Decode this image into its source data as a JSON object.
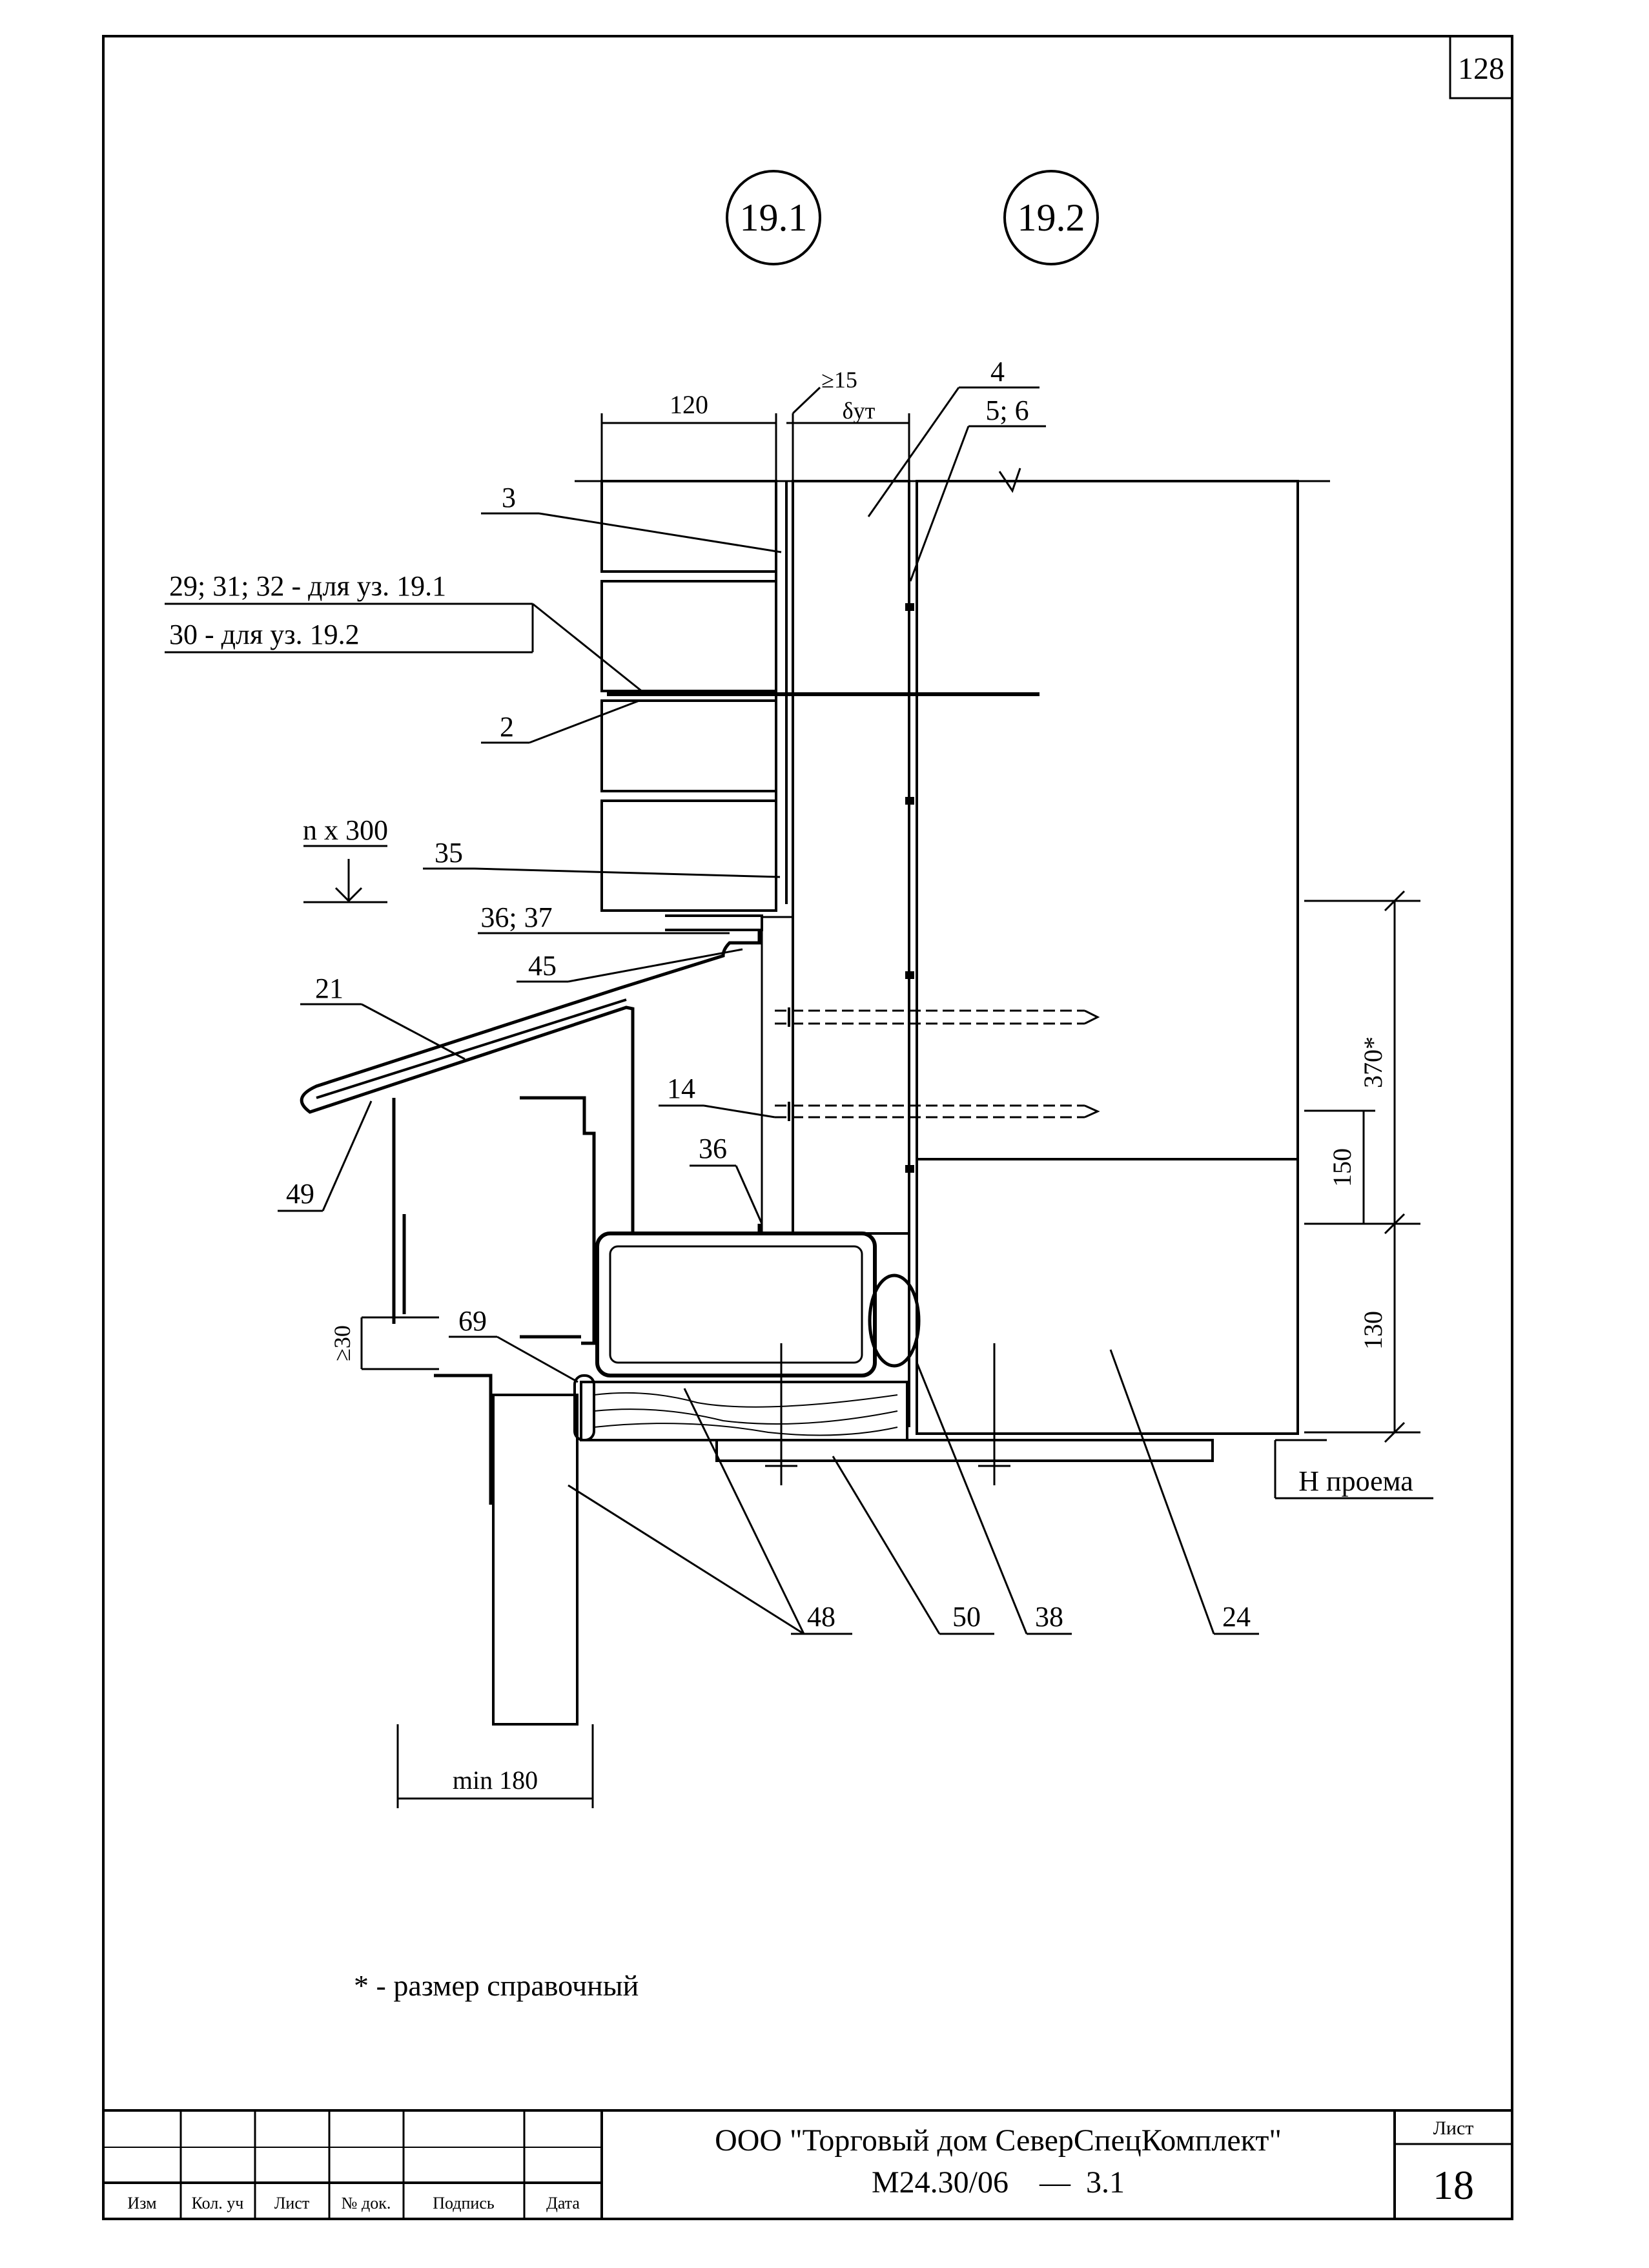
{
  "sheet_corner_number": "128",
  "node_markers": [
    "19.1",
    "19.2"
  ],
  "dimensions": {
    "brick_width": "120",
    "gap_min": "≥15",
    "insulation": "δут",
    "step": "n x 300",
    "gap_window": "≥30",
    "sill_width": "min 180",
    "right_total": "370*",
    "right_upper": "150",
    "right_lower": "130"
  },
  "leader_labels": {
    "l4": "4",
    "l56": "5; 6",
    "l3": "3",
    "l29": "29; 31; 32 - для уз. 19.1",
    "l30": "30 - для уз. 19.2",
    "l2": "2",
    "l35": "35",
    "l3637": "36; 37",
    "l45": "45",
    "l21": "21",
    "l14": "14",
    "l36": "36",
    "l49": "49",
    "l69": "69",
    "l48": "48",
    "l50": "50",
    "l38": "38",
    "l24": "24"
  },
  "opening_level": "Н проема",
  "note": "* - размер справочный",
  "title_block": {
    "headers": [
      "Изм",
      "Кол. уч",
      "Лист",
      "№ док.",
      "Подпись",
      "Дата"
    ],
    "company": "ООО \"Торговый дом СеверСпецКомплект\"",
    "doc_code": "М24.30/06    —  3.1",
    "sheet_label": "Лист",
    "sheet_number": "18"
  },
  "colors": {
    "ink": "#000000",
    "paper": "#ffffff"
  }
}
